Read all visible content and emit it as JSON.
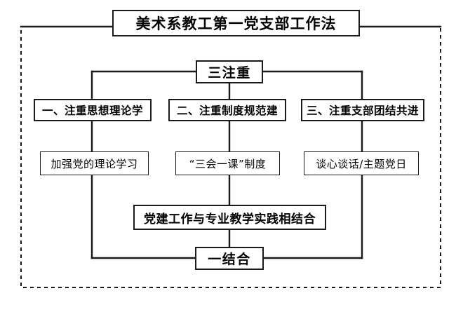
{
  "diagram": {
    "type": "flowchart",
    "title": "美术系教工第一党支部工作法",
    "outer_frame": "dashed-border",
    "colors": {
      "background": "#ffffff",
      "line": "#1a1a1a",
      "text": "#000000"
    },
    "nodes": {
      "title": "美术系教工第一党支部工作法",
      "three_focus": "三注重",
      "branch_1": "一、注重思想理论学",
      "branch_2": "二、注重制度规范建",
      "branch_3": "三、注重支部团结共进",
      "detail_1": "加强党的理论学习",
      "detail_2": "“三会一课”制度",
      "detail_3": "谈心谈话/主题党日",
      "combine_long": "党建工作与专业教学实践相结合",
      "one_combine": "一结合"
    }
  }
}
